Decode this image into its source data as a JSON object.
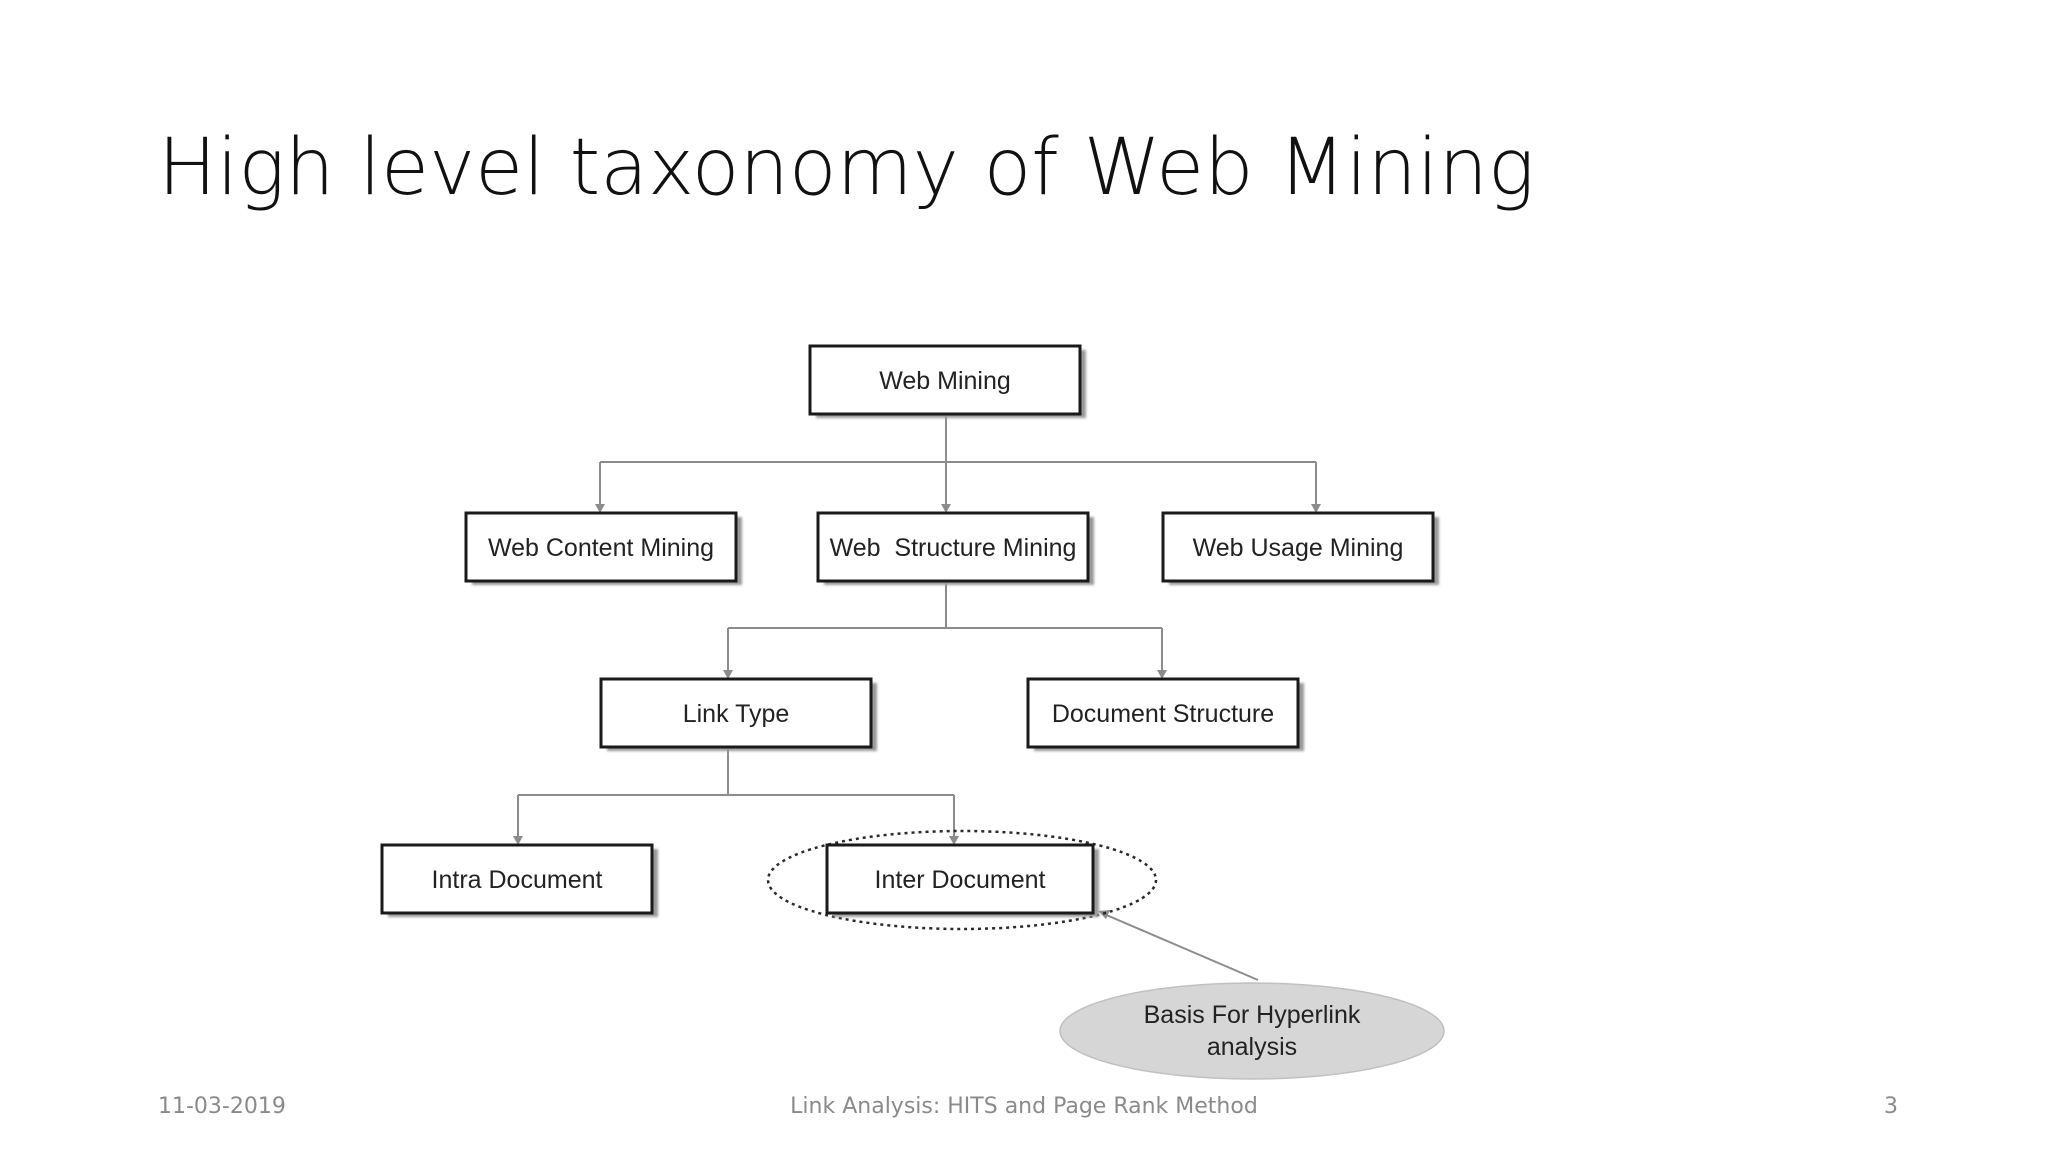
{
  "slide": {
    "title": "High level taxonomy of Web Mining"
  },
  "diagram": {
    "nodes": {
      "web_mining": "Web Mining",
      "web_content_mining": "Web Content Mining",
      "web_structure_mining": "Web  Structure Mining",
      "web_usage_mining": "Web Usage Mining",
      "link_type": "Link Type",
      "document_structure": "Document Structure",
      "intra_document": "Intra Document",
      "inter_document": "Inter Document"
    },
    "callout": {
      "line1": "Basis For Hyperlink",
      "line2": "analysis"
    }
  },
  "footer": {
    "date": "11-03-2019",
    "title": "Link Analysis: HITS and Page Rank Method",
    "page": "3"
  }
}
